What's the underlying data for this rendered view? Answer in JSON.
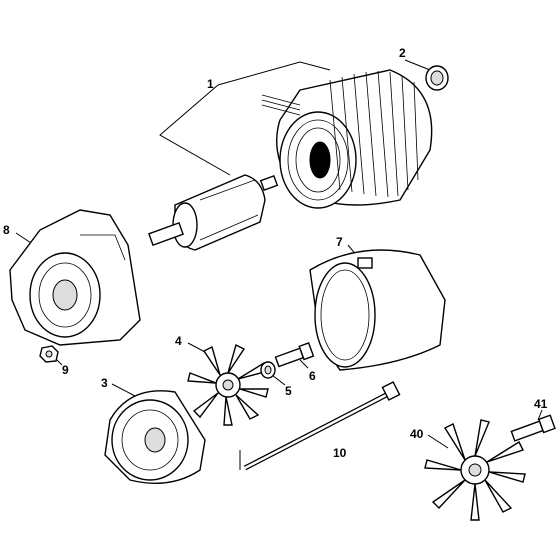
{
  "diagram": {
    "callouts": {
      "c1": "1",
      "c2": "2",
      "c3": "3",
      "c4": "4",
      "c5": "5",
      "c6": "6",
      "c7": "7",
      "c8": "8",
      "c9": "9",
      "c10": "10",
      "c40": "40",
      "c41": "41"
    }
  }
}
